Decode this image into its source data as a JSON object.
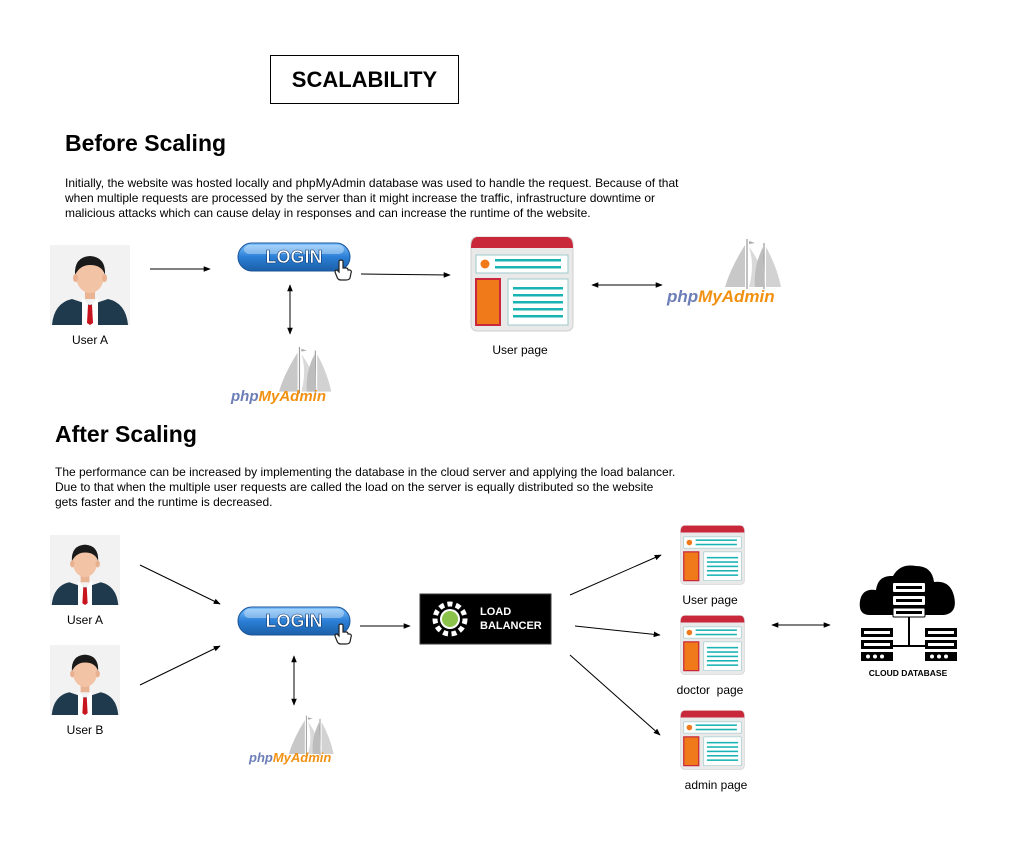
{
  "title": "SCALABILITY",
  "before": {
    "heading": "Before Scaling",
    "text_lines": [
      "Initially, the website was hosted locally and phpMyAdmin database was used to handle the request. Because of that",
      "when multiple requests are processed by the server than it might increase the traffic, infrastructure downtime or",
      "malicious attacks which can cause delay in responses and can increase the runtime of the website."
    ],
    "user_label": "User A",
    "login_label": "LOGIN",
    "page_label": "User page",
    "db_label_php": "php",
    "db_label_my": "MyAdmin"
  },
  "after": {
    "heading": "After Scaling",
    "text_lines": [
      "The performance can be increased by implementing the database in the cloud server and applying the load balancer.",
      "Due to that when the multiple user requests are called the load on the server is equally distributed so the website",
      "gets faster and the runtime is decreased."
    ],
    "user_a_label": "User A",
    "user_b_label": "User B",
    "login_label": "LOGIN",
    "lb_line1": "LOAD",
    "lb_line2": "BALANCER",
    "pages": [
      "User page",
      "doctor  page",
      "admin page"
    ],
    "cloud_label": "CLOUD DATABASE",
    "db_label_php": "php",
    "db_label_my": "MyAdmin"
  },
  "colors": {
    "login_blue": "#2f7fd1",
    "page_red": "#c8283a",
    "page_teal": "#1ab3b3",
    "page_orange": "#f07a1a",
    "php_blue": "#6c7eb7",
    "myadmin_orange": "#f29111",
    "lb_green": "#8bc34a"
  }
}
